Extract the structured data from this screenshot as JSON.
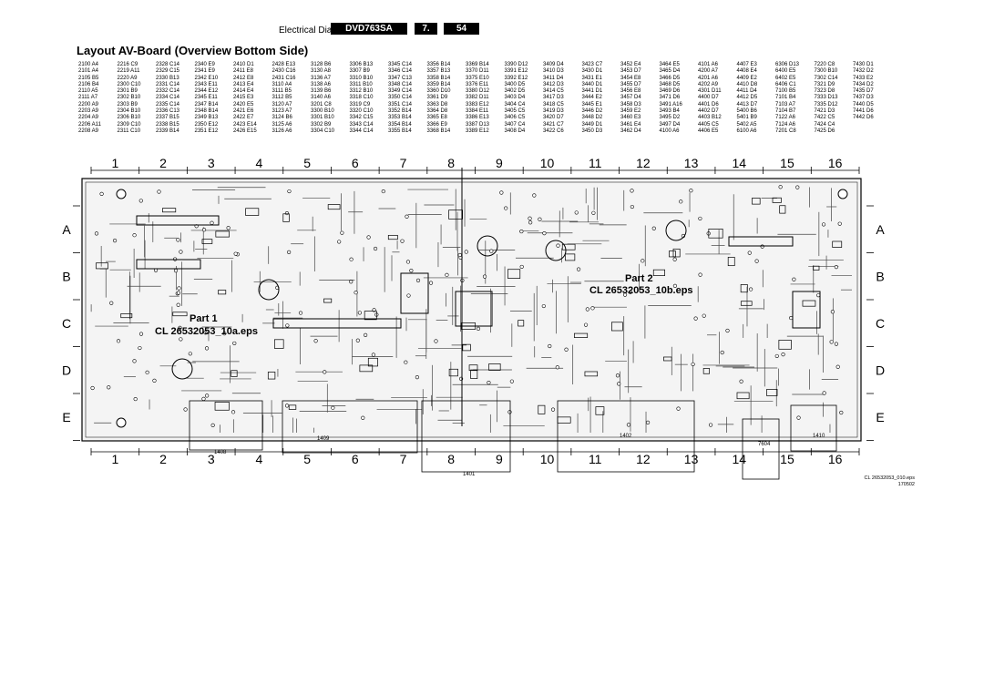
{
  "header": {
    "section": "Electrical Diagrams",
    "model": "DVD763SA",
    "chapter": "7.",
    "page": "54"
  },
  "title": "Layout AV-Board (Overview Bottom Side)",
  "index_columns": [
    [
      "2100 A4",
      "2101 A4",
      "2105 B5",
      "2106 B4",
      "2110 A5",
      "2111 A7",
      "2200 A9",
      "2203 A9",
      "2204 A9",
      "2206 A11",
      "2208 A9"
    ],
    [
      "2216 C9",
      "2219 A11",
      "2220 A9",
      "2300 C10",
      "2301 B9",
      "2302 B10",
      "2303 B9",
      "2304 B10",
      "2306 B10",
      "2309 C10",
      "2311 C10"
    ],
    [
      "2328 C14",
      "2329 C15",
      "2330 B13",
      "2331 C14",
      "2332 C14",
      "2334 C14",
      "2335 C14",
      "2336 C13",
      "2337 B15",
      "2338 B15",
      "2339 B14"
    ],
    [
      "2340 E9",
      "2341 E9",
      "2342 E10",
      "2343 E11",
      "2344 E12",
      "2345 E11",
      "2347 B14",
      "2348 B14",
      "2349 B13",
      "2350 E12",
      "2351 E12"
    ],
    [
      "2410 D1",
      "2411 E8",
      "2412 E8",
      "2413 E4",
      "2414 E4",
      "2415 E3",
      "2420 E5",
      "2421 E6",
      "2422 E7",
      "2423 E14",
      "2426 E15"
    ],
    [
      "2428 E13",
      "2430 C16",
      "2431 C16",
      "3110 A4",
      "3111 B5",
      "3112 B5",
      "3120 A7",
      "3123 A7",
      "3124 B6",
      "3125 A6",
      "3126 A6"
    ],
    [
      "3128 B6",
      "3130 A8",
      "3136 A7",
      "3138 A6",
      "3139 B6",
      "3140 A6",
      "3201 C8",
      "3300 B10",
      "3301 B10",
      "3302 B9",
      "3304 C10"
    ],
    [
      "3306 B13",
      "3307 B9",
      "3310 B10",
      "3311 B10",
      "3312 B10",
      "3318 C10",
      "3319 C9",
      "3320 C10",
      "3342 C15",
      "3343 C14",
      "3344 C14"
    ],
    [
      "3345 C14",
      "3346 C14",
      "3347 C13",
      "3348 C14",
      "3349 C14",
      "3350 C14",
      "3351 C14",
      "3352 B14",
      "3353 B14",
      "3354 B14",
      "3355 B14"
    ],
    [
      "3356 B14",
      "3357 B13",
      "3358 B14",
      "3359 B14",
      "3360 D10",
      "3361 D9",
      "3363 D8",
      "3364 D8",
      "3365 E8",
      "3366 E9",
      "3368 B14"
    ],
    [
      "3369 B14",
      "3370 D11",
      "3375 E10",
      "3376 E11",
      "3380 D12",
      "3382 D11",
      "3383 E12",
      "3384 E11",
      "3386 E13",
      "3387 D13",
      "3389 E12"
    ],
    [
      "3390 D12",
      "3391 E12",
      "3392 E12",
      "3400 D5",
      "3402 D5",
      "3403 D4",
      "3404 C4",
      "3405 C5",
      "3406 C5",
      "3407 C4",
      "3408 D4"
    ],
    [
      "3409 D4",
      "3410 D3",
      "3411 D4",
      "3412 D3",
      "3414 C5",
      "3417 D3",
      "3418 C5",
      "3419 D3",
      "3420 D7",
      "3421 C7",
      "3422 C6"
    ],
    [
      "3423 C7",
      "3430 D1",
      "3431 E1",
      "3440 D1",
      "3441 D1",
      "3444 E2",
      "3445 E1",
      "3446 D2",
      "3448 D2",
      "3449 D1",
      "3450 D3"
    ],
    [
      "3452 E4",
      "3453 D7",
      "3454 E8",
      "3455 D7",
      "3456 E8",
      "3457 D4",
      "3458 D3",
      "3459 E2",
      "3460 E3",
      "3461 E4",
      "3462 D4"
    ],
    [
      "3464 E5",
      "3465 D4",
      "3466 D5",
      "3468 D5",
      "3469 D6",
      "3471 D6",
      "3491 A16",
      "3493 B4",
      "3495 D2",
      "3497 D4",
      "4100 A6"
    ],
    [
      "4101 A6",
      "4200 A7",
      "4201 A6",
      "4202 A9",
      "4301 D11",
      "4400 D7",
      "4401 D6",
      "4402 D7",
      "4403 B12",
      "4405 C5",
      "4406 E5"
    ],
    [
      "4407 E3",
      "4408 E4",
      "4409 E2",
      "4410 D8",
      "4411 D4",
      "4412 D5",
      "4413 D7",
      "5400 B6",
      "5401 B9",
      "5402 A5",
      "6100 A6"
    ],
    [
      "6306 D13",
      "6400 E5",
      "6402 E5",
      "6406 C1",
      "7100 B5",
      "7101 B4",
      "7103 A7",
      "7104 B7",
      "7122 A6",
      "7124 A6",
      "7201 C8"
    ],
    [
      "7220 C8",
      "7300 B10",
      "7302 C14",
      "7321 D9",
      "7323 D8",
      "7333 D13",
      "7335 D12",
      "7421 D3",
      "7422 C5",
      "7424 C4",
      "7425 D6"
    ],
    [
      "7430 D1",
      "7432 D2",
      "7433 E2",
      "7434 D2",
      "7435 D7",
      "7437 D3",
      "7440 D5",
      "7441 D6",
      "7442 D6"
    ]
  ],
  "grid": {
    "columns": [
      "1",
      "2",
      "3",
      "4",
      "5",
      "6",
      "7",
      "8",
      "9",
      "10",
      "11",
      "12",
      "13",
      "14",
      "15",
      "16"
    ],
    "rows": [
      "A",
      "B",
      "C",
      "D",
      "E"
    ]
  },
  "parts": {
    "part1_title": "Part 1",
    "part1_file": "CL 26532053_10a.eps",
    "part2_title": "Part 2",
    "part2_file": "CL 26532053_10b.eps"
  },
  "connector_labels": [
    "1408",
    "1409",
    "1401",
    "1402",
    "7604",
    "1410"
  ],
  "footer": {
    "file": "CL 26532053_010.eps",
    "date": "170502"
  },
  "colors": {
    "ink": "#000000",
    "board_fill": "#f4f4f4",
    "trace": "#444444"
  }
}
